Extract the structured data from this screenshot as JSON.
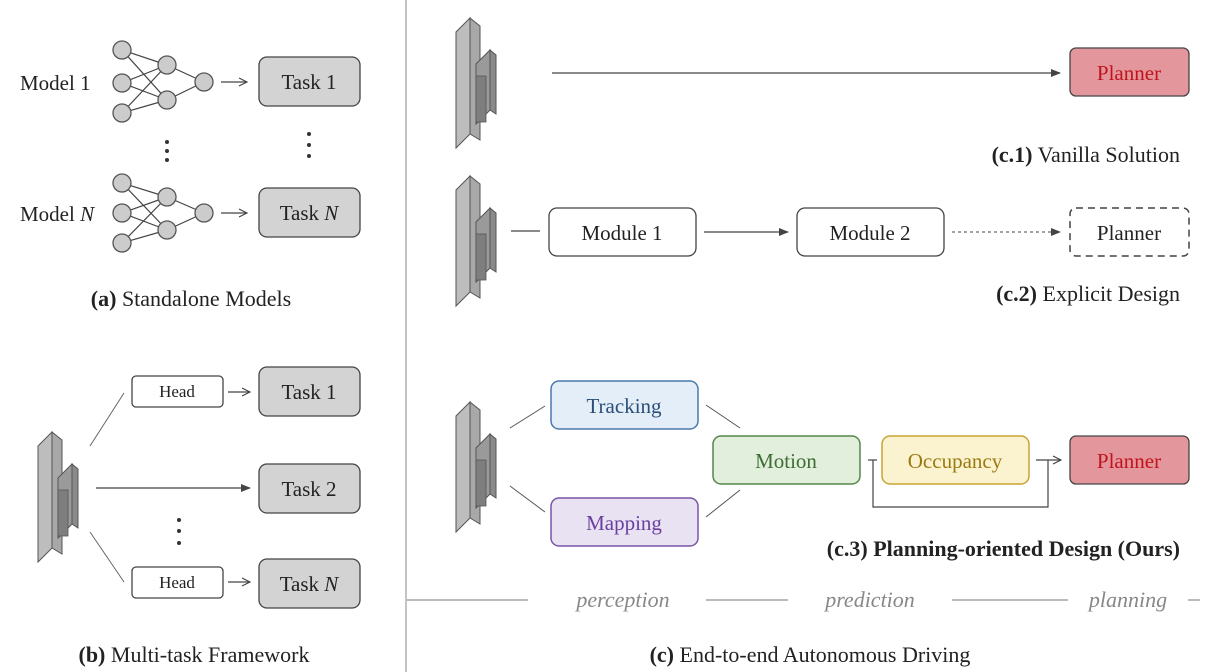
{
  "panel_a": {
    "rows": [
      {
        "model_prefix": "Model",
        "model_index": "1",
        "task_prefix": "Task",
        "task_index": "1"
      },
      {
        "model_prefix": "Model",
        "model_index": "N",
        "task_prefix": "Task",
        "task_index": "N"
      }
    ],
    "caption_bold": "(a)",
    "caption_text": "Standalone Models"
  },
  "panel_b": {
    "head_label": "Head",
    "tasks": [
      {
        "prefix": "Task",
        "index": "1"
      },
      {
        "prefix": "Task",
        "index": "2"
      },
      {
        "prefix": "Task",
        "index": "N"
      }
    ],
    "caption_bold": "(b)",
    "caption_text": "Multi-task Framework"
  },
  "panel_c1": {
    "planner": "Planner",
    "caption_bold": "(c.1)",
    "caption_text": "Vanilla Solution"
  },
  "panel_c2": {
    "module1": "Module 1",
    "module2": "Module 2",
    "planner": "Planner",
    "caption_bold": "(c.2)",
    "caption_text": "Explicit Design"
  },
  "panel_c3": {
    "tracking": "Tracking",
    "mapping": "Mapping",
    "motion": "Motion",
    "occupancy": "Occupancy",
    "planner": "Planner",
    "caption": "(c.3) Planning-oriented Design (Ours)"
  },
  "stages": [
    "perception",
    "prediction",
    "planning"
  ],
  "panel_c": {
    "caption_bold": "(c)",
    "caption_text": "End-to-end Autonomous Driving"
  },
  "colors": {
    "node_gray": "#cccccc",
    "task_gray": "#d3d3d3",
    "planner_fill": "#e3979d",
    "planner_text": "#c0141c",
    "tracking_fill": "#e4eef8",
    "tracking_stroke": "#4a78a8",
    "tracking_text": "#2b4e78",
    "mapping_fill": "#e8e2f2",
    "mapping_stroke": "#7b53a8",
    "mapping_text": "#6b3fa0",
    "motion_fill": "#e3efdd",
    "motion_stroke": "#55864a",
    "motion_text": "#3d6e33",
    "occupancy_fill": "#fbf3d0",
    "occupancy_stroke": "#c7a433",
    "occupancy_text": "#9a7a10"
  }
}
